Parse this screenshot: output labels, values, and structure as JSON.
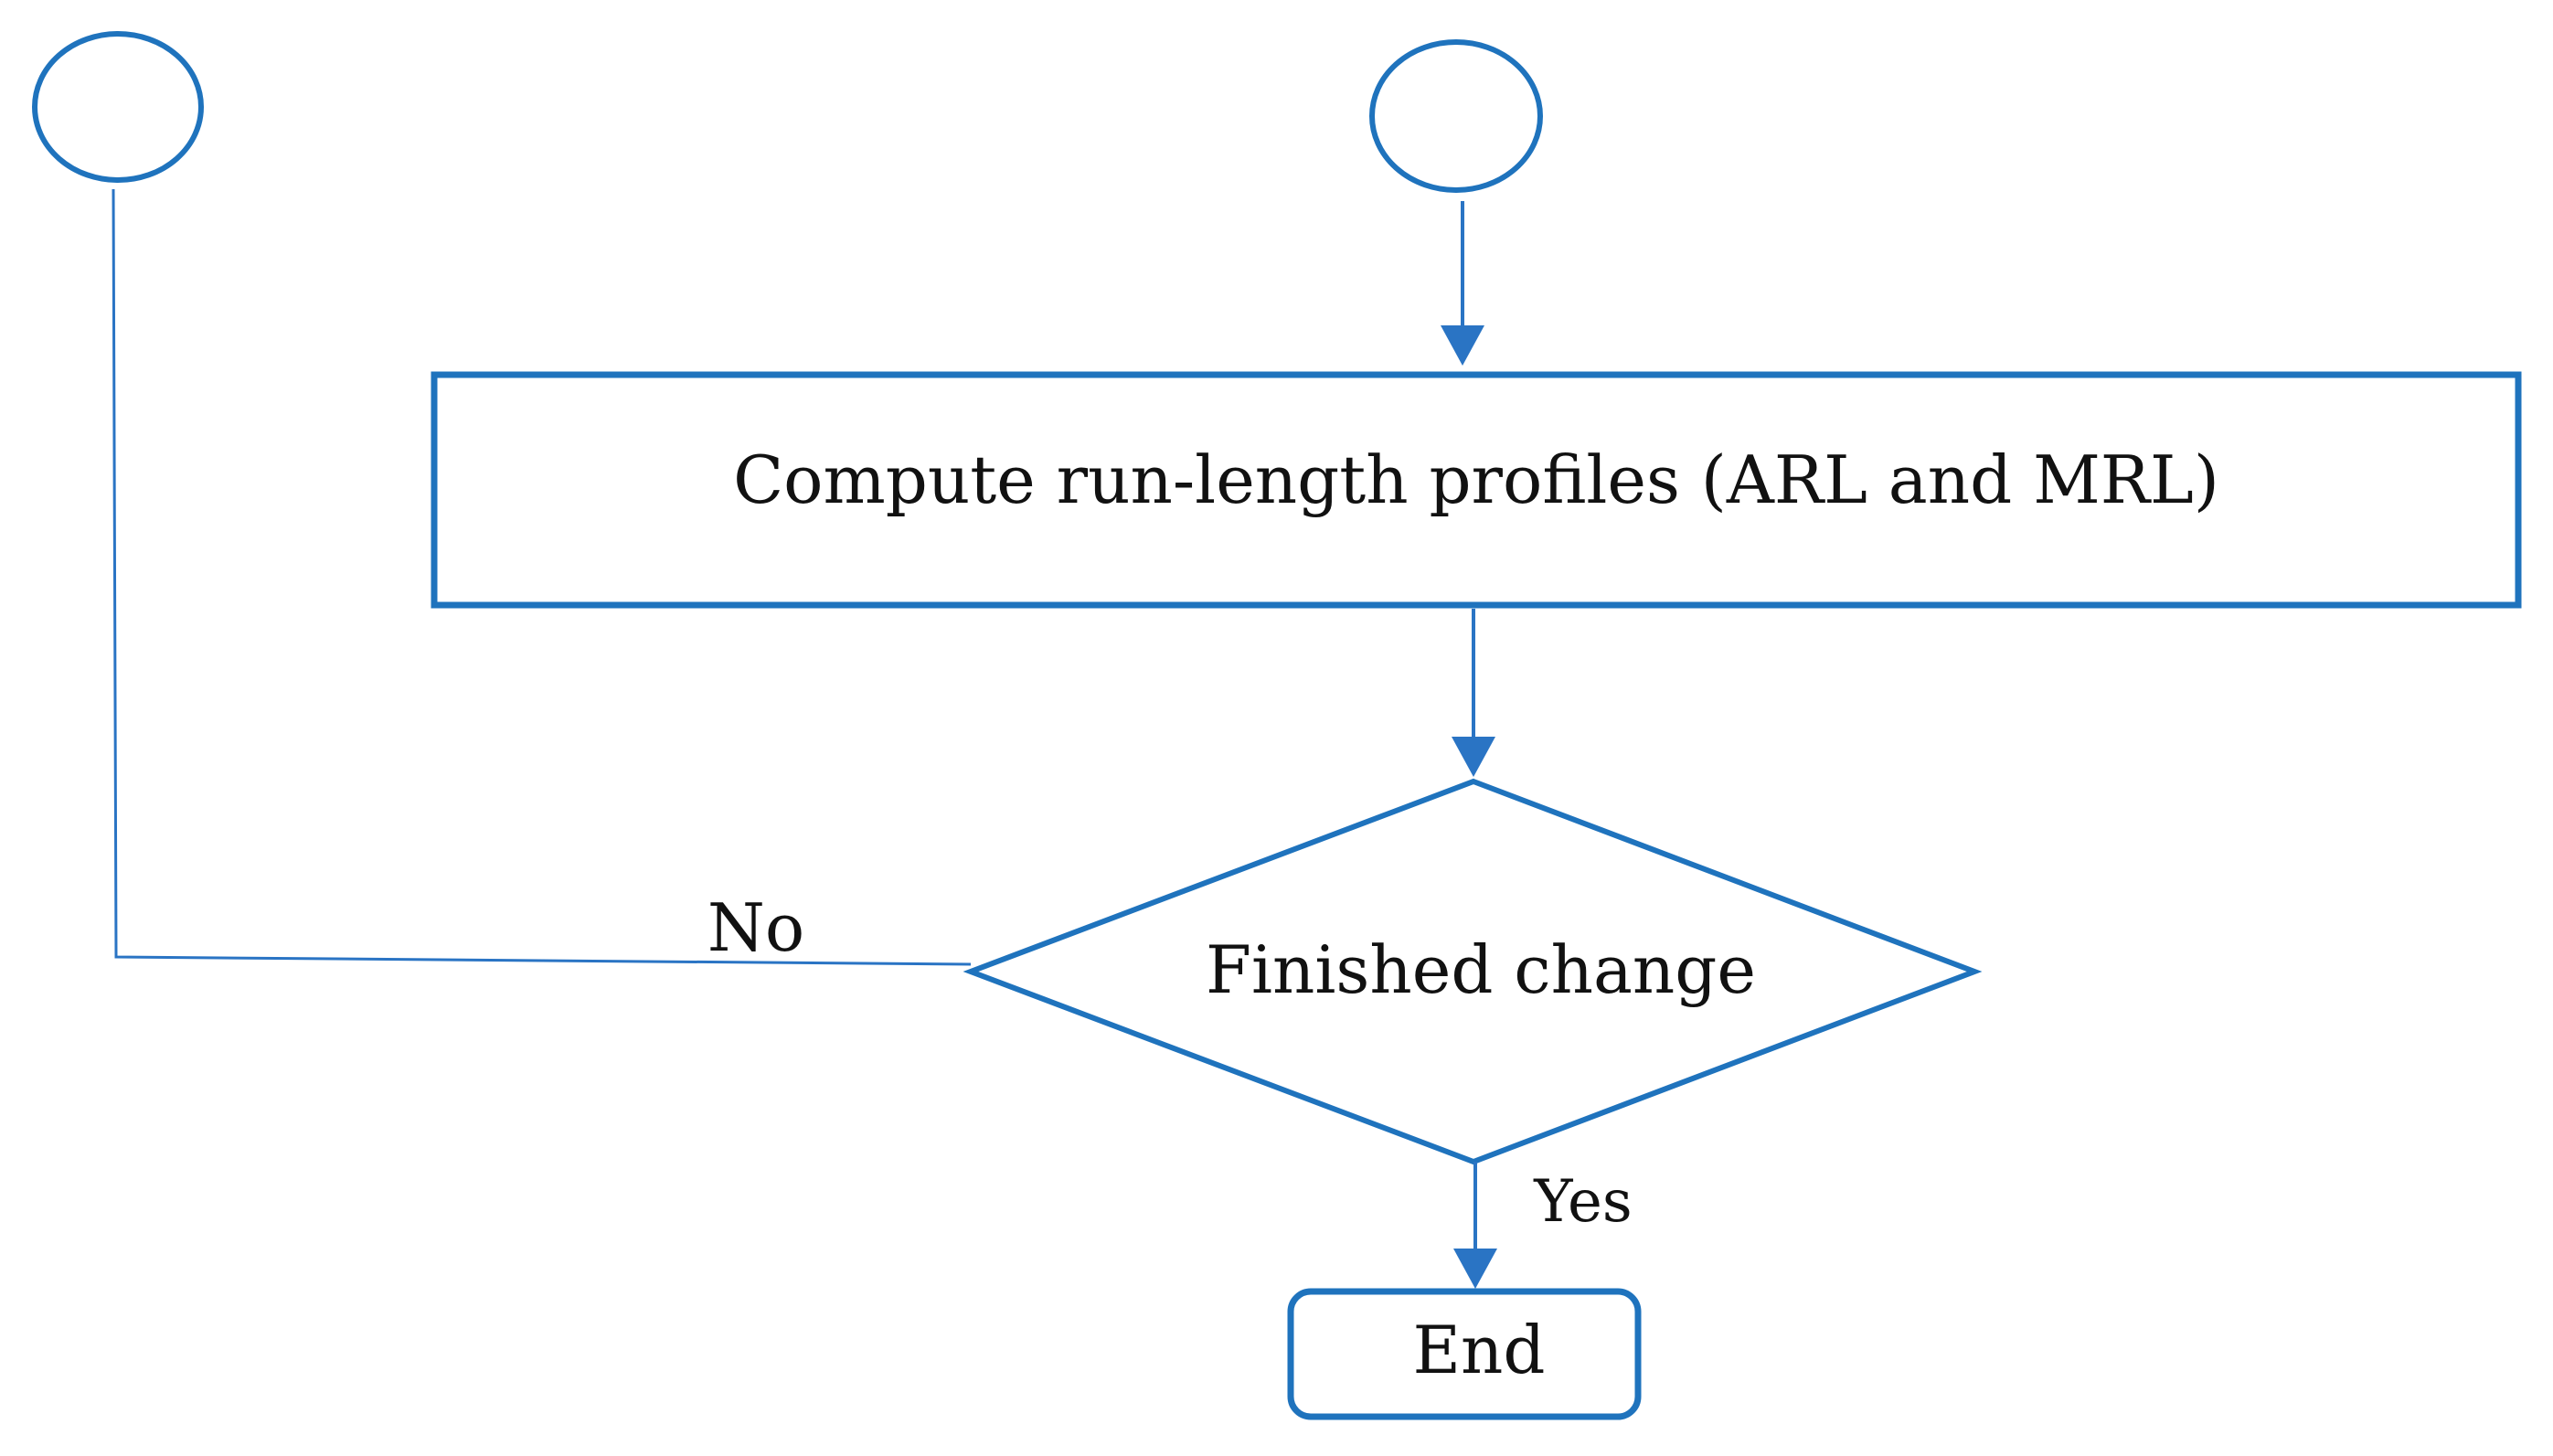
{
  "diagram": {
    "process_box": {
      "text": "Compute run-length profiles (ARL and MRL)"
    },
    "decision": {
      "text": "Finished change"
    },
    "end_node": {
      "text": "End"
    },
    "branch_labels": {
      "no": "No",
      "yes": "Yes"
    },
    "connectors": {
      "left_connector_text": "",
      "top_connector_text": ""
    },
    "colors": {
      "stroke": "#1f73bd",
      "text": "#111111",
      "background": "#ffffff"
    }
  }
}
